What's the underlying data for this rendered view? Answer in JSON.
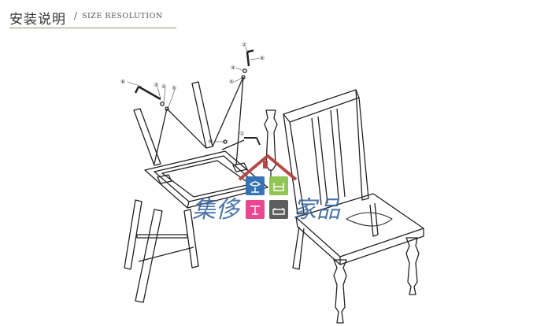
{
  "header": {
    "title_cn": "安装说明",
    "separator": "/",
    "title_en": "SIZE RESOLUTION"
  },
  "diagram": {
    "callouts": [
      "⑥",
      "③",
      "④",
      "⑤",
      "②",
      "④",
      "⑤",
      "⑥",
      "⑤",
      "①"
    ]
  },
  "watermark": {
    "text_left": "集侈",
    "text_right": "家品"
  },
  "colors": {
    "rule": "#8d9a6a",
    "wm_blue": "#2f5f9a",
    "wm_magenta": "#e83e8c",
    "wm_green": "#8bc34a",
    "wm_roof": "#b0413e"
  }
}
